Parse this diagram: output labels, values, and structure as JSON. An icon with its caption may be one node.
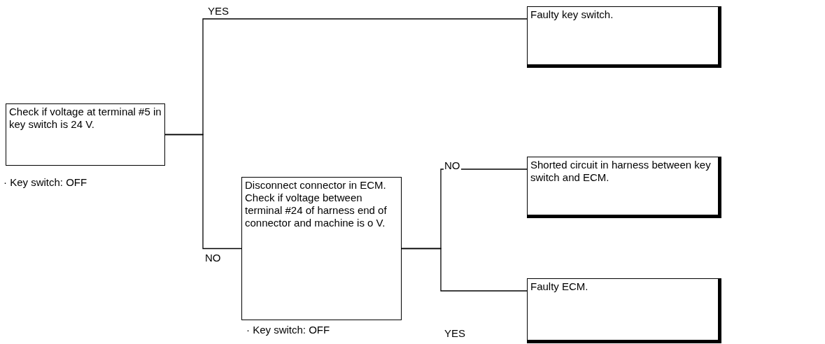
{
  "diagram": {
    "nodes": [
      {
        "text": [
          "Check if voltage at terminal #5 in key switch is 24 V."
        ],
        "beside": [
          "· Key switch: OFF"
        ]
      },
      {
        "text": [
          "Faulty key switch."
        ]
      },
      {
        "text": [
          "Disconnect connector in ECM. Check if voltage between terminal #24 of harness end of connector and machine is o V."
        ],
        "beside": [
          "· Key switch: OFF"
        ]
      },
      {
        "text": [
          "Shorted circuit in harness between key switch and ECM."
        ]
      },
      {
        "text": [
          "Faulty ECM."
        ]
      }
    ],
    "edges": [
      {
        "from": 0,
        "to": 1,
        "arrow": "none",
        "label": "YES"
      },
      {
        "from": 0,
        "to": 2,
        "arrow": "none",
        "label": "NO"
      },
      {
        "from": 2,
        "to": 3,
        "arrow": "none",
        "label": "NO"
      },
      {
        "from": 2,
        "to": 4,
        "arrow": "none",
        "label": "YES"
      }
    ]
  }
}
